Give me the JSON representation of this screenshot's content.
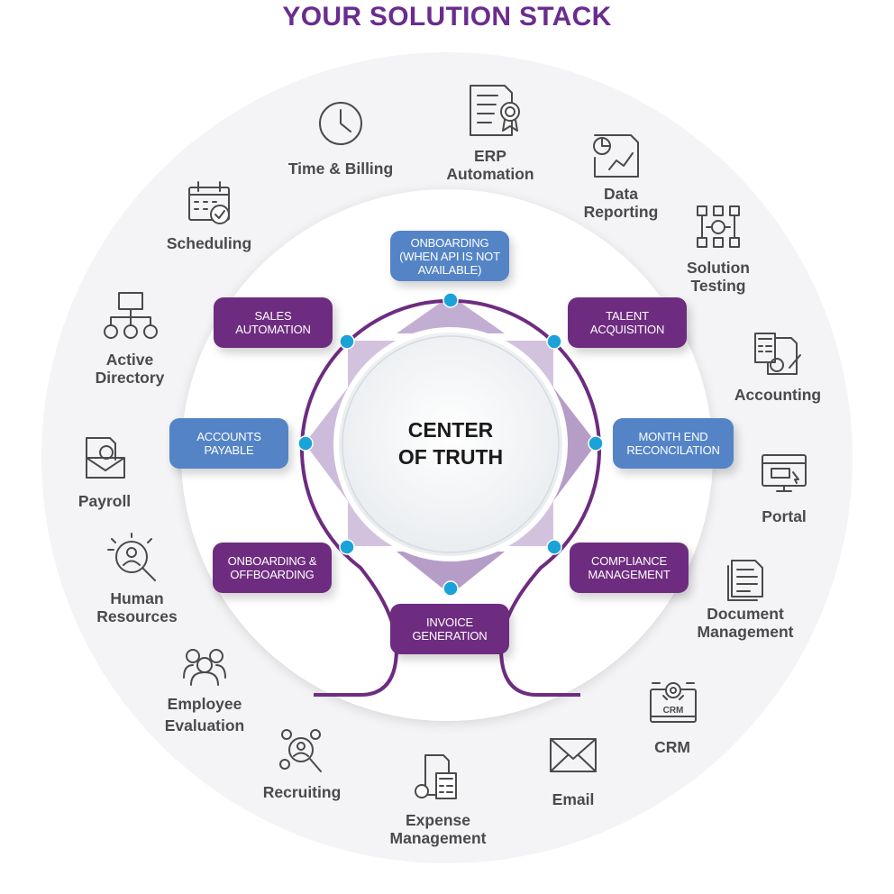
{
  "title": "YOUR SOLUTION STACK",
  "center": "CENTER\nOF TRUTH",
  "inner_nodes": {
    "onboarding_api": "ONBOARDING\n(WHEN API IS NOT\nAVAILABLE)",
    "talent_acquisition": "TALENT\nACQUISITION",
    "month_end": "MONTH END\nRECONCILATION",
    "compliance": "COMPLIANCE\nMANAGEMENT",
    "invoice": "INVOICE\nGENERATION",
    "onboarding_offboarding": "ONBOARDING &\nOFFBOARDING",
    "accounts_payable": "ACCOUNTS\nPAYABLE",
    "sales_automation": "SALES\nAUTOMATION"
  },
  "outer_items": {
    "time_billing": "Time & Billing",
    "erp": "ERP\nAutomation",
    "data_reporting": "Data\nReporting",
    "solution_testing": "Solution\nTesting",
    "accounting": "Accounting",
    "portal": "Portal",
    "document_management": "Document\nManagement",
    "crm": "CRM",
    "email": "Email",
    "expense": "Expense\nManagement",
    "recruiting": "Recruiting",
    "employee_evaluation": "Employee\nEvaluation",
    "human_resources": "Human\nResources",
    "payroll": "Payroll",
    "active_directory": "Active\nDirectory",
    "scheduling": "Scheduling"
  },
  "icon_text": {
    "crm": "CRM"
  },
  "colors": {
    "title": "#6a2c8e",
    "purple_node": "#6e2c80",
    "blue_node": "#5484c6",
    "connector_dot": "#1aa3d8",
    "arc": "#6e2c80",
    "label_text": "#4a4a4a"
  }
}
